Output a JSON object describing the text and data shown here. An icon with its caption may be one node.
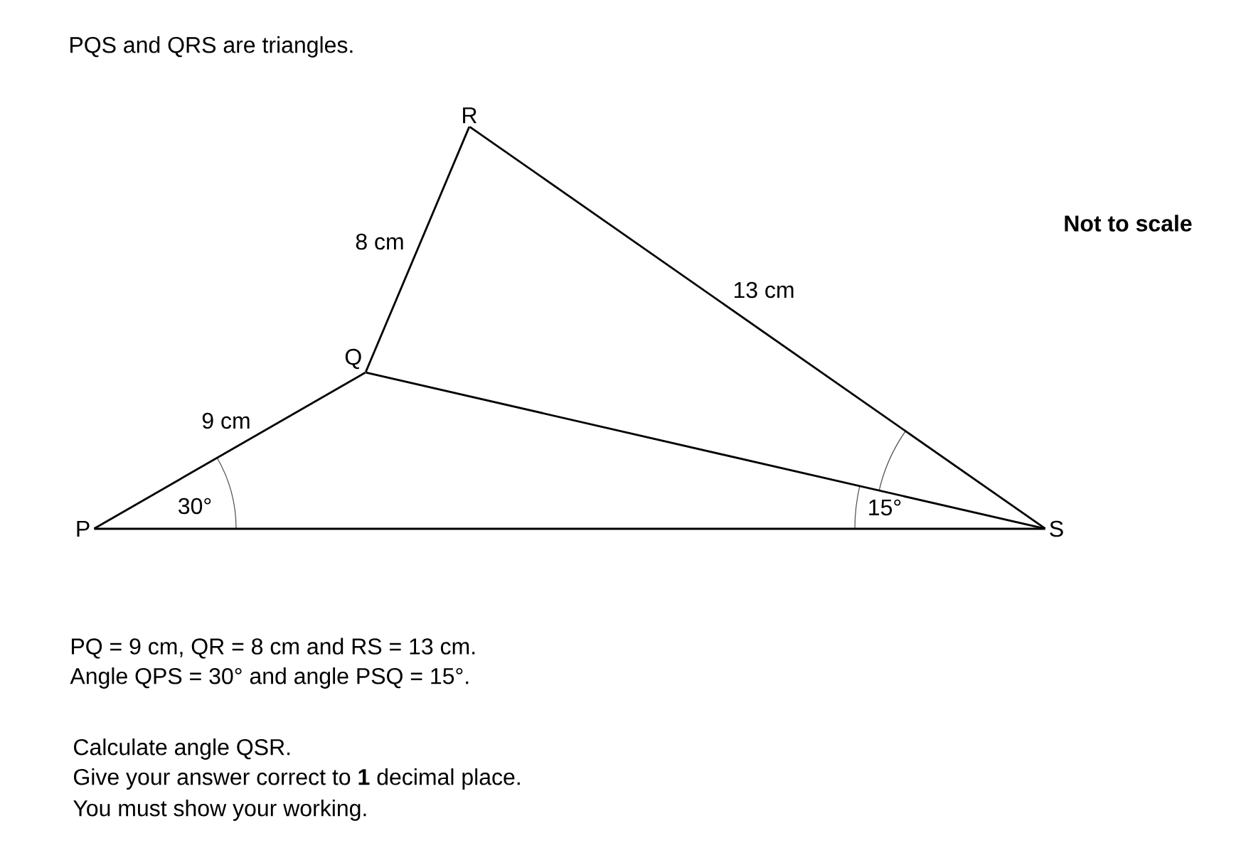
{
  "diagram": {
    "title": "PQS and QRS are triangles.",
    "nodes": [
      {
        "text": [
          "P"
        ]
      },
      {
        "text": [
          "Q"
        ]
      },
      {
        "text": [
          "R"
        ]
      },
      {
        "text": [
          "S"
        ]
      }
    ],
    "edges": [
      {
        "from": 0,
        "to": 1,
        "arrow": "none",
        "label": "9 cm"
      },
      {
        "from": 1,
        "to": 2,
        "arrow": "none",
        "label": "8 cm"
      },
      {
        "from": 2,
        "to": 3,
        "arrow": "none",
        "label": "13 cm"
      },
      {
        "from": 1,
        "to": 3,
        "arrow": "none"
      },
      {
        "from": 0,
        "to": 3,
        "arrow": "none"
      }
    ],
    "labels": [
      "Not to scale",
      "30°",
      "15°",
      "PQ = 9 cm, QR = 8 cm and RS = 13 cm.",
      "Angle QPS = 30° and angle PSQ = 15°.",
      "Calculate angle QSR.",
      "Give your answer correct to **1** decimal place.",
      "You must show your working."
    ]
  }
}
